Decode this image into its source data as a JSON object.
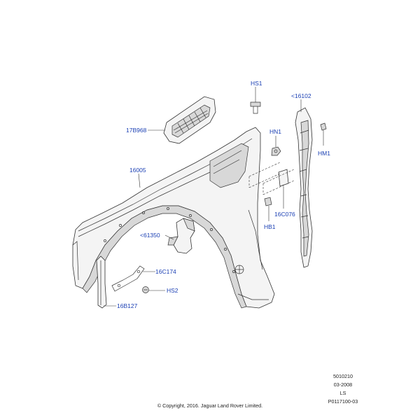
{
  "callouts": {
    "hs1": "HS1",
    "c16102": "<16102",
    "b17b968": "17B968",
    "hn1": "HN1",
    "hm1": "HM1",
    "p16005": "16005",
    "c16c076": "16C076",
    "hb1": "HB1",
    "c61350": "<61350",
    "c16c174": "16C174",
    "hs2": "HS2",
    "b16b127": "16B127"
  },
  "info_block": {
    "line1": "5010210",
    "line2": "03-2008",
    "line3": "LS",
    "line4": "P0117100-03"
  },
  "copyright": "© Copyright, 2016. Jaguar Land Rover Limited."
}
